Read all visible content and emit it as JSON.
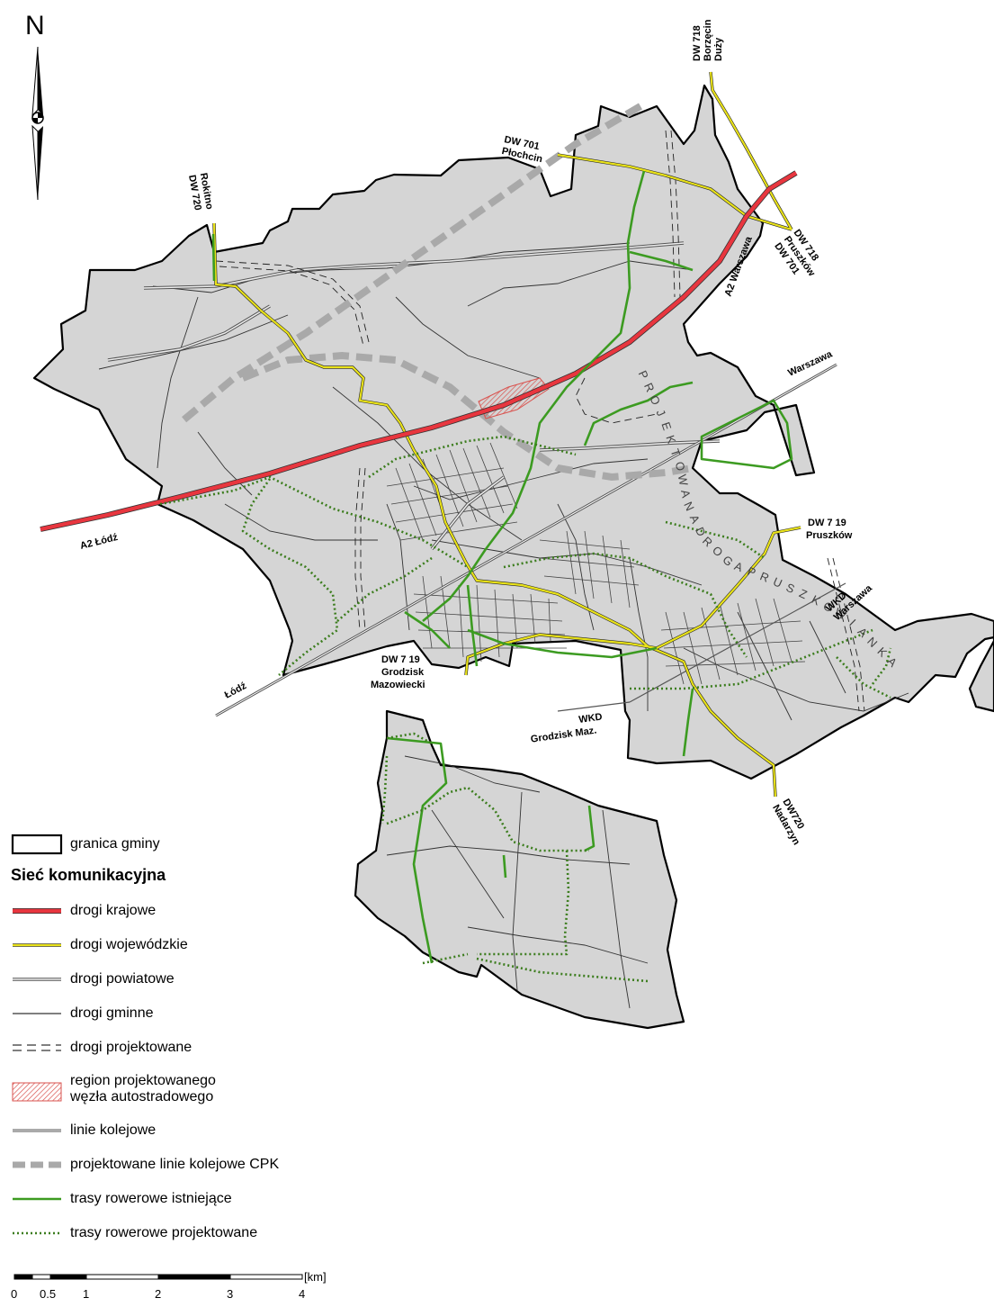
{
  "north_arrow": {
    "letter": "N"
  },
  "labels": {
    "dw718_borzecin": [
      "DW 718",
      "Borzęcin",
      "Duży"
    ],
    "dw701_plochocin": [
      "DW 701",
      "Płochcin"
    ],
    "dw720_rokitno": [
      "DW 720",
      "Rokitno"
    ],
    "dw718_pruszkow": [
      "DW 718",
      "Pruszków",
      "DW 701"
    ],
    "a2_warszawa": "A2 Warszawa",
    "a2_lodz": "A2 Łódź",
    "warszawa_rail": "Warszawa",
    "lodz_rail": "Łódź",
    "dw719_pruszkow": [
      "DW 7 19",
      "Pruszków"
    ],
    "wkd_warszawa": [
      "WKD",
      "Warszawa"
    ],
    "dw719_grodzisk": [
      "DW 7 19",
      "Grodzisk",
      "Mazowiecki"
    ],
    "wkd_grodzisk": [
      "WKD",
      "Grodzisk Maz."
    ],
    "dw720_nadarzyn": [
      "DW720",
      "Nadarzyn"
    ],
    "cpk_road_letters": [
      "P",
      "R",
      "O",
      "J",
      "E",
      "K",
      "T",
      "O",
      "W",
      "A",
      "N",
      "A",
      "D",
      "R",
      "O",
      "G",
      "A",
      "P",
      "R",
      "U",
      "S",
      "Z",
      "K",
      "O",
      "W",
      "I",
      "A",
      "N",
      "K",
      "A"
    ]
  },
  "legend": {
    "boundary": "granica gminy",
    "heading": "Sieć komunikacyjna",
    "items": [
      {
        "id": "national",
        "label": "drogi krajowe",
        "color": "#e8363f"
      },
      {
        "id": "voivodeship",
        "label": "drogi wojewódzkie",
        "color": "#e9e21a"
      },
      {
        "id": "county",
        "label": "drogi powiatowe",
        "color": "#6d6d6d"
      },
      {
        "id": "commune",
        "label": "drogi gminne",
        "color": "#000000"
      },
      {
        "id": "planned",
        "label": "drogi projektowane",
        "color": "#000000"
      },
      {
        "id": "junction",
        "label": "region projektowanego\nwęzła autostradowego",
        "color": "#d9534f"
      },
      {
        "id": "rail",
        "label": "linie kolejowe",
        "color": "#555555"
      },
      {
        "id": "cpk_rail",
        "label": "projektowane linie kolejowe CPK",
        "color": "#a9a9a9"
      },
      {
        "id": "bike_existing",
        "label": "trasy rowerowe istniejące",
        "color": "#3c9b21"
      },
      {
        "id": "bike_planned",
        "label": "trasy rowerowe projektowane",
        "color": "#3c7d1e"
      }
    ]
  },
  "scale": {
    "unit": "[km]",
    "ticks": [
      "0",
      "0.5",
      "1",
      "2",
      "3",
      "4"
    ]
  }
}
